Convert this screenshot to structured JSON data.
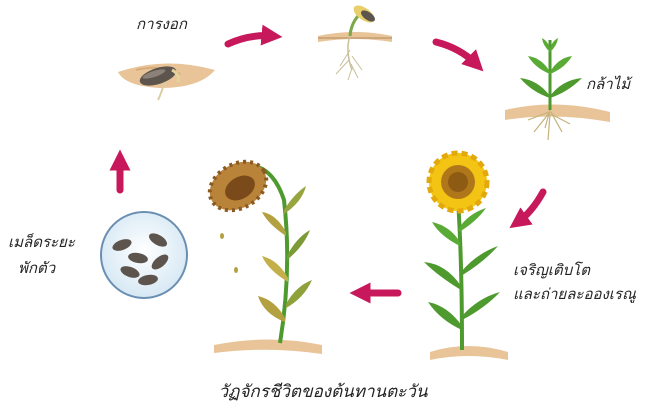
{
  "diagram": {
    "title": "วัฏจักรชีวิตของต้นทานตะวัน",
    "stages": {
      "germination": "การงอก",
      "seedling": "กล้าไม้",
      "growth_line1": "เจริญเติบโต",
      "growth_line2": "และถ่ายละอองเรณู",
      "dormancy_line1": "เมล็ดระยะ",
      "dormancy_line2": "พักตัว"
    },
    "colors": {
      "arrow": "#c8185c",
      "soil": "#e8c498",
      "leaf": "#4e9a2e",
      "petal": "#f3c413",
      "flower_center": "#b0771a",
      "dried_flower": "#b9843a",
      "dried_leaf": "#b3a040",
      "seed": "#5d554d"
    }
  }
}
